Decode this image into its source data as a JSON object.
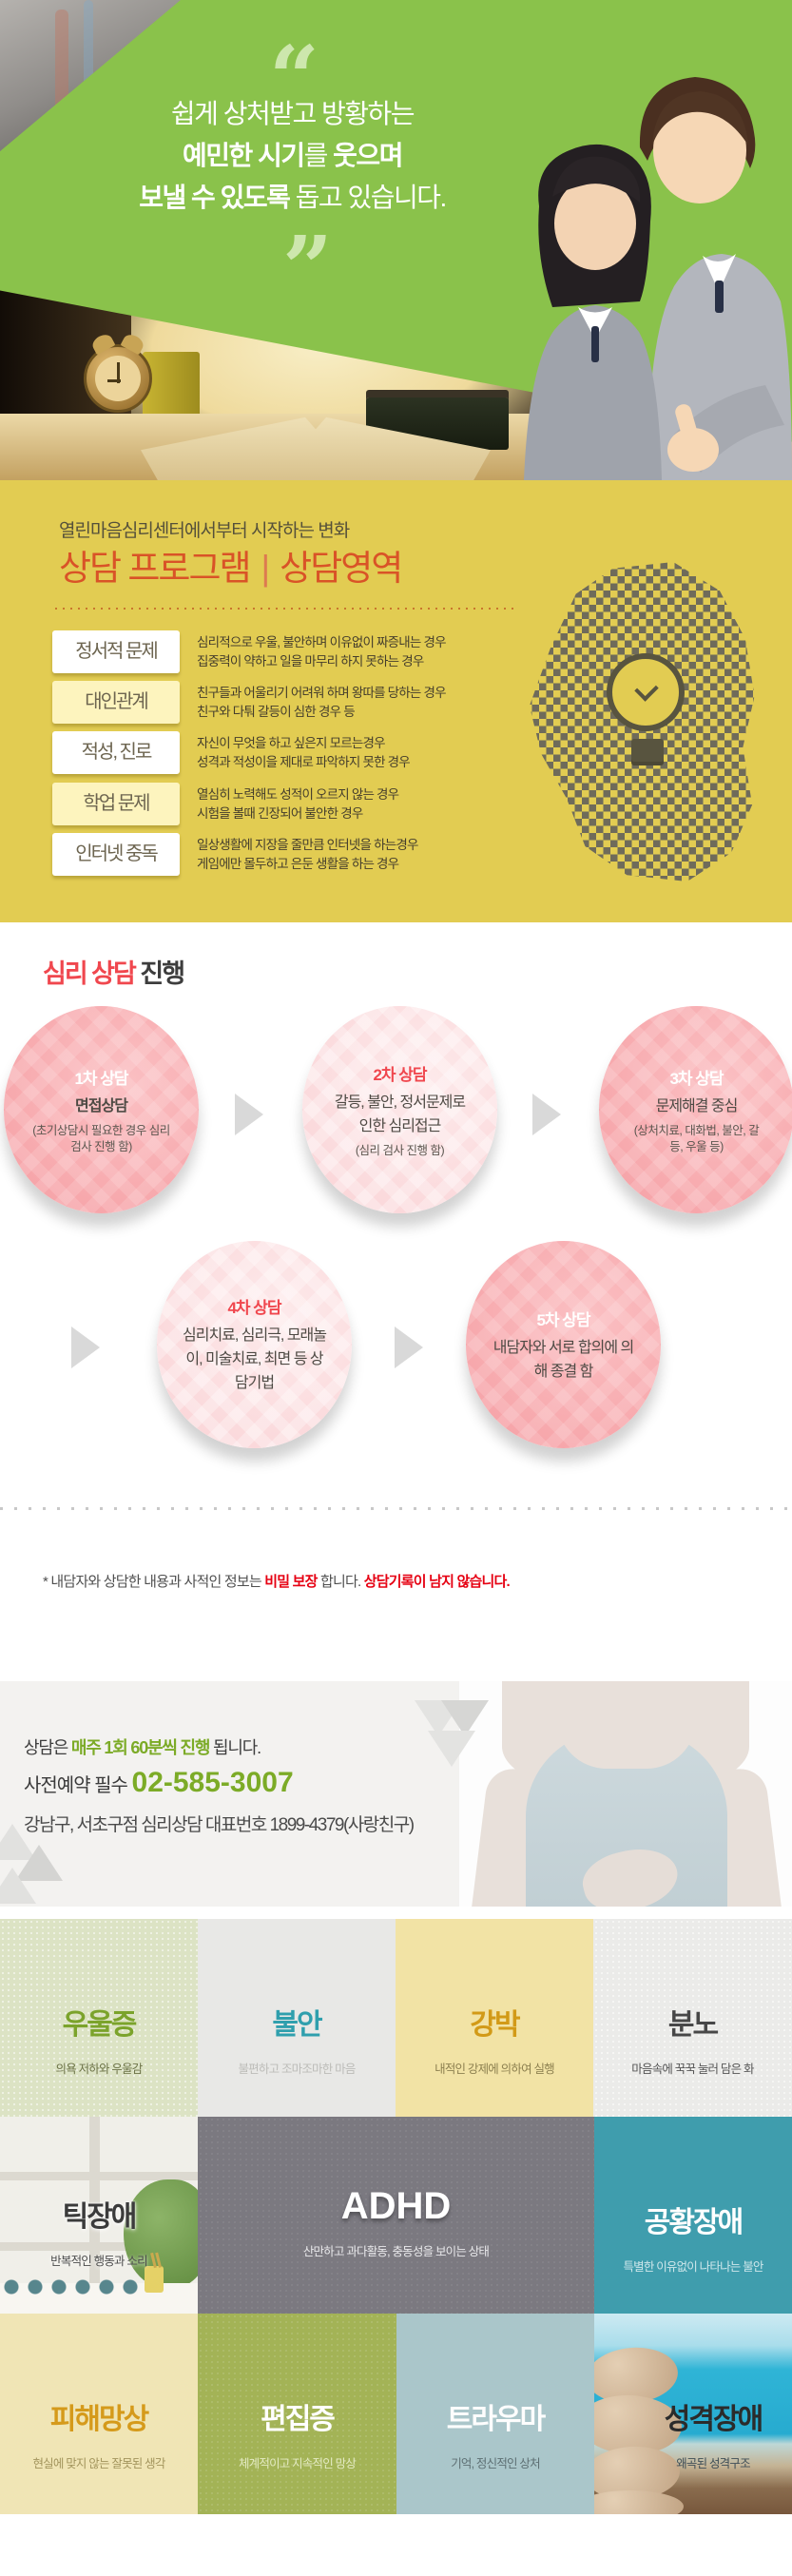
{
  "palette": {
    "hero_green": "#8ac24b",
    "quote_mark_green": "#cde7ad",
    "program_yellow": "#e2cc52",
    "title_orange": "#d95327",
    "process_red": "#f0474e",
    "bubble_pink_dark": "#f8abae",
    "bubble_pink_light": "#fbd9db",
    "notice_red": "#e60012",
    "contact_green": "#7cab27"
  },
  "hero": {
    "quote_open": "“",
    "quote_close": "”",
    "line1": "쉽게 상처받고 방황하는",
    "line2_bold1": "예민한 시기",
    "line2_normal": "를 ",
    "line2_bold2": "웃으며",
    "line3_bold": "보낼 수 있도록",
    "line3_normal": " 돕고 있습니다."
  },
  "program": {
    "subtitle": "열린마음심리센터에서부터 시작하는 변화",
    "title_left": "상담 프로그램",
    "title_sep": "|",
    "title_right": "상담영역",
    "rows": [
      {
        "label": "정서적 문제",
        "desc1": "심리적으로 우울, 불안하며 이유없이 짜증내는 경우",
        "desc2": "집중력이 약하고 일을 마무리 하지 못하는 경우"
      },
      {
        "label": "대인관계",
        "desc1": "친구들과 어울리기 어려워 하며 왕따를 당하는 경우",
        "desc2": "친구와 다퉈 갈등이 심한 경우 등"
      },
      {
        "label": "적성, 진로",
        "desc1": "자신이 무엇을 하고 싶은지 모르는경우",
        "desc2": "성격과 적성이을 제대로 파악하지 못한 경우"
      },
      {
        "label": "학업 문제",
        "desc1": "열심히 노력해도 성적이 오르지 않는 경우",
        "desc2": "시험을 볼때 긴장되어 불안한 경우"
      },
      {
        "label": "인터넷 중독",
        "desc1": "일상생활에 지장을 줄만큼 인터넷을 하는경우",
        "desc2": "게임에만 몰두하고 은둔 생활을 하는 경우"
      }
    ]
  },
  "process": {
    "title_accent": "심리 상담",
    "title_rest": " 진행",
    "steps": [
      {
        "num": "1차 상담",
        "main": "면접상담",
        "sub": "(초기상담시 필요한 경우 심리검사 진행 함)"
      },
      {
        "num": "2차 상담",
        "main": "갈등, 불안, 정서문제로 인한 심리접근",
        "sub": "(심리 검사 진행 함)"
      },
      {
        "num": "3차 상담",
        "main": "문제해결 중심",
        "sub": "(상처치료, 대화법, 불안, 갈등, 우울 등)"
      },
      {
        "num": "4차 상담",
        "main": "심리치료, 심리극, 모래놀이, 미술치료, 최면 등 상담기법",
        "sub": ""
      },
      {
        "num": "5차 상담",
        "main": "내담자와 서로 합의에 의해 종결 함",
        "sub": ""
      }
    ]
  },
  "notice": {
    "prefix": "* 내담자와 상담한 내용과 사적인 정보는 ",
    "secure": "비밀 보장",
    "mid": " 합니다. ",
    "warn": "상담기록이 남지 않습니다."
  },
  "contact": {
    "line1_pre": "상담은 ",
    "line1_green": "매주 1회 60분씩 진행",
    "line1_post": " 됩니다.",
    "line2_label": "사전예약 필수 ",
    "line2_phone": "02-585-3007",
    "line3": "강남구, 서초구점 심리상담 대표번호 1899-4379(사랑친구)"
  },
  "disorders": [
    {
      "name": "우울증",
      "desc": "의욕 저하와 우울감"
    },
    {
      "name": "불안",
      "desc": "불편하고 조마조마한 마음"
    },
    {
      "name": "강박",
      "desc": "내적인 강제에 의하여 실행"
    },
    {
      "name": "분노",
      "desc": "마음속에 꾹꾹 눌러 담은 화"
    },
    {
      "name": "틱장애",
      "desc": "반복적인 행동과 소리"
    },
    {
      "name": "ADHD",
      "desc": "산만하고 과다활동, 충동성을 보이는 상태"
    },
    {
      "name": "공황장애",
      "desc": "특별한 이유없이 나타나는 불안"
    },
    {
      "name": "피해망상",
      "desc": "현실에 맞지 않는 잘못된 생각"
    },
    {
      "name": "편집증",
      "desc": "체계적이고 지속적인 망상"
    },
    {
      "name": "트라우마",
      "desc": "기억, 정신적인 상처"
    },
    {
      "name": "성격장애",
      "desc": "왜곡된 성격구조"
    }
  ]
}
